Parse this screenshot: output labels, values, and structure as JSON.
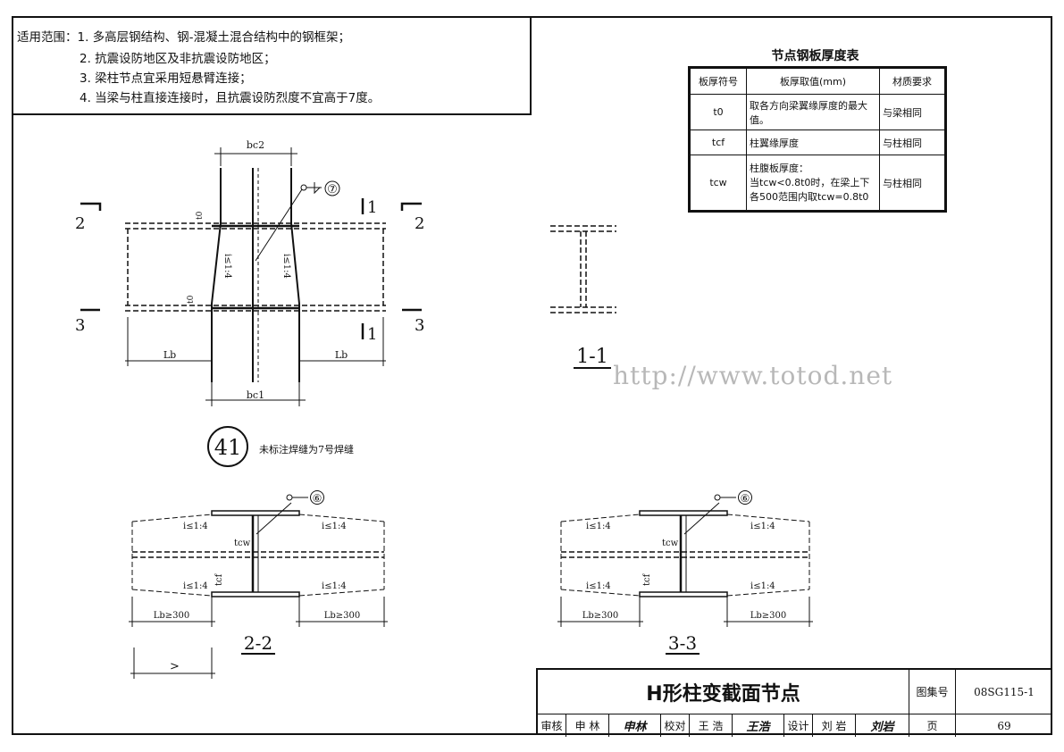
{
  "scope": {
    "lines": [
      "适用范围：1. 多高层钢结构、钢-混凝土混合结构中的钢框架；",
      "2. 抗震设防地区及非抗震设防地区；",
      "3. 梁柱节点宜采用短悬臂连接；",
      "4. 当梁与柱直接连接时，且抗震设防烈度不宜高于7度。"
    ]
  },
  "thickness_table": {
    "title": "节点钢板厚度表",
    "headers": [
      "板厚符号",
      "板厚取值(mm)",
      "材质要求"
    ],
    "rows": [
      {
        "symbol": "t0",
        "value": "取各方向梁翼缘厚度的最大值。",
        "material": "与梁相同"
      },
      {
        "symbol": "tcf",
        "value": "柱翼缘厚度",
        "material": "与柱相同"
      },
      {
        "symbol": "tcw",
        "value_lines": [
          "柱腹板厚度：",
          "当tcw<0.8t0时，在梁上下",
          "各500范围内取tcw=0.8t0"
        ],
        "material": "与柱相同"
      }
    ]
  },
  "main_view": {
    "dim_top": "bc2",
    "dim_bottom": "bc1",
    "left_len": "Lb",
    "right_len": "Lb",
    "slope_left": "i≤1:4",
    "slope_right": "i≤1:4",
    "t0_top": "t0",
    "t0_bottom": "t0",
    "weld_ref": "⑦",
    "section_2": "2",
    "section_3": "3",
    "section_1": "1",
    "node_number": "41",
    "node_note": "未标注焊缝为7号焊缝"
  },
  "section_1_1": {
    "label": "1-1"
  },
  "section_2_2": {
    "label": "2-2",
    "slope": "i≤1:4",
    "tcw": "tcw",
    "tcf": "tcf",
    "len": "Lb≥300",
    "weld_ref": "⑥"
  },
  "section_3_3": {
    "label": "3-3",
    "slope": "i≤1:4",
    "tcw": "tcw",
    "tcf": "tcf",
    "len": "Lb≥300",
    "weld_ref": "⑥"
  },
  "misc_mark": ">",
  "title_block": {
    "title": "H形柱变截面节点",
    "atlas_label": "图集号",
    "atlas_no": "08SG115-1",
    "page_label": "页",
    "page_no": "69",
    "reviewer_label": "审核",
    "reviewer": "申 林",
    "reviewer_sig": "申林",
    "checker_label": "校对",
    "checker": "王 浩",
    "checker_sig": "王浩",
    "designer_label": "设计",
    "designer": "刘 岩",
    "designer_sig": "刘岩"
  },
  "watermark": "http://www.totod.net"
}
